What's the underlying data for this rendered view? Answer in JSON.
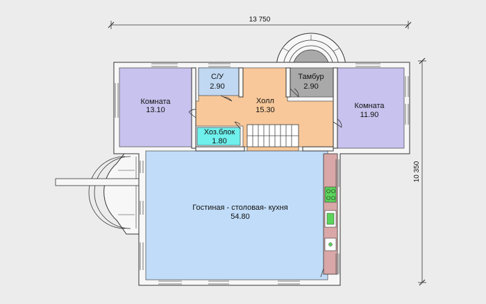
{
  "dimensions": {
    "top": "13 750",
    "right": "10 350"
  },
  "rooms": [
    {
      "id": "room-left",
      "name": "Комната",
      "area": "13.10"
    },
    {
      "id": "bathroom",
      "name": "С/У",
      "area": "2.90"
    },
    {
      "id": "hall",
      "name": "Холл",
      "area": "15.30"
    },
    {
      "id": "vestibule",
      "name": "Тамбур",
      "area": "2.90"
    },
    {
      "id": "room-right",
      "name": "Комната",
      "area": "11.90"
    },
    {
      "id": "utility",
      "name": "Хоз.блок",
      "area": "1.80"
    },
    {
      "id": "living",
      "name": "Гостиная - столовая- кухня",
      "area": "54.80"
    }
  ],
  "colors": {
    "wall": "#f7f7f7",
    "outline": "#333333",
    "room_lilac": "#c8c2ee",
    "bathroom_blue": "#c0d8f2",
    "hall_orange": "#f8c89a",
    "vestibule_gray": "#a9a9a9",
    "utility_cyan": "#6ff0ec",
    "living_blue": "#c0dcf8",
    "kitchen_counter": "#d9a7a7",
    "stove_green": "#5bd45b"
  }
}
